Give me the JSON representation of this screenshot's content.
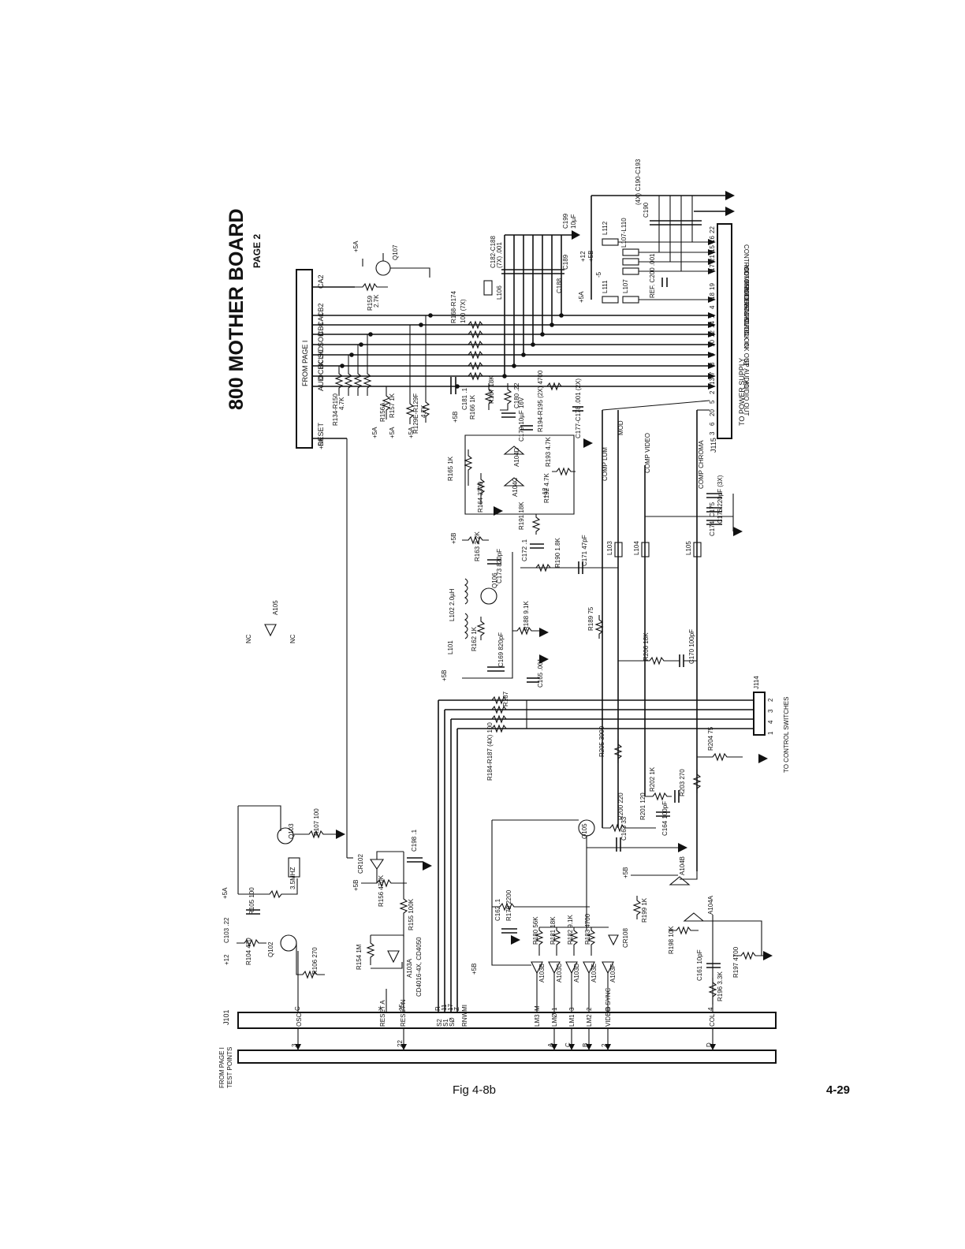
{
  "title": "800 MOTHER BOARD",
  "subtitle": "PAGE 2",
  "caption": "Fig 4-8b",
  "page_number": "4-29",
  "from_page_top": "FROM PAGE I",
  "from_page_bottom": "FROM PAGE I",
  "test_points_label": "TEST POINTS",
  "to_power_supply": "TO POWER SUPPLY",
  "to_control_switches": "TO CONTROL SWITCHES",
  "connectors": {
    "j115": "J115",
    "j114": "J114",
    "j101": "J101"
  },
  "left_bus_signals": [
    "RESET",
    "AUD",
    "OCLK",
    "BCLK",
    "SID",
    "SOD",
    "CB1",
    "CA1",
    "CB2",
    "CA2"
  ],
  "j115_signals": [
    "AUDIO OUT",
    "SP AUDIO",
    "CLOCK OUT",
    "CLOCK IN",
    "DATA IN",
    "DATA OUT",
    "INTERRUPT",
    "PROCEED",
    "COMMAND",
    "MOTOR",
    "CONTROL"
  ],
  "j115_pins": [
    "3",
    "6",
    "20",
    "5",
    "2",
    "13",
    "7",
    "8",
    "9",
    "10",
    "12",
    "14",
    "1",
    "4",
    "18",
    "19",
    "17",
    "21",
    "15",
    "16",
    "22"
  ],
  "j114_pins": [
    "1",
    "4",
    "3",
    "2"
  ],
  "j101_signals": [
    "OSC",
    "RESET A",
    "RESET N",
    "S2",
    "S1",
    "SØ",
    "RNWMI",
    "LM3",
    "LMØ",
    "LM1",
    "LM2",
    "VIDEO SYNC",
    "COL"
  ],
  "j101_pins": [
    "C",
    "X",
    "25",
    "R",
    "11",
    "17",
    "Z",
    "M",
    "1",
    "3",
    "2",
    "B",
    "4"
  ],
  "test_point_pins": [
    "3",
    "22",
    "A",
    "C",
    "B",
    "2",
    "D"
  ],
  "video_nets": [
    "COMP LUM",
    "MOD",
    "COMP VIDEO",
    "COMP CHROMA"
  ],
  "components": {
    "q107": "Q107",
    "r159": "R159",
    "r159v": "2.7K",
    "l106": "L106",
    "c182": "C182-C188",
    "c182v": "(7X) .001",
    "c199": "C199",
    "c199v": "10µF",
    "c190": "C190",
    "c190r": "(4X) C190-C193",
    "l112": "L112",
    "l107l110": "L107-L110",
    "l111": "L111",
    "l107": "L107",
    "c189": "C189",
    "c188": "C188",
    "c200": "REF. C200 .001",
    "r168": "R168-R174",
    "r168v": "100 (7X)",
    "r134": "R134-R150",
    "r134v": "4.7K",
    "r156a": "R156A",
    "r157": "R157 1K",
    "r129": "R129E-R129F",
    "r129v": "4.7K",
    "c181": "C181 .1",
    "r166": "R166 1K",
    "r167": "R167 18K",
    "c180": "C180 .22",
    "c179": "C179 10µF 16V",
    "r194": "R194-R195 (2X) 4700",
    "c177": "C177-C178 .001 (2X)",
    "r193": "R193 4.7K",
    "a104d": "A104D",
    "a104c": "A104C",
    "r165": "R165 1K",
    "r164": "R164 3300",
    "r192": "R192 4.7K",
    "r191": "R191 18K",
    "c176": "C176 220pF (3X)",
    "c174": "C174",
    "c175": "C175",
    "r163": "R163 2.2K",
    "c173": "C173 820pF",
    "c172": "C172 .1",
    "r190": "R190 1.8K",
    "c171": "C171 47pF",
    "l103": "L103",
    "l104": "L104",
    "l105": "L105",
    "l102": "L102 2.0µH",
    "q106": "Q106",
    "l101": "L101",
    "r162": "R162 1K",
    "r188": "R188 9.1K",
    "c169": "C169 820pF",
    "r189": "R189 75",
    "r206": "R206 18K",
    "c170": "C170 100pF",
    "r187": "R187",
    "c165": "C165 .001",
    "r184": "R184-R187 (4X) 100",
    "r205": "R205 3900",
    "r204": "R204 75",
    "r203": "R203 270",
    "r202": "R202 1K",
    "r200": "R200 220",
    "r201": "R201 120",
    "c164": "C164 100pF",
    "q105": "Q105",
    "c163": "C163 33",
    "a104b": "A104B",
    "r199": "R199 1K",
    "r198": "R198 10K",
    "a104a": "A104A",
    "r197": "R197 4700",
    "c161": "C161 10pF",
    "r196": "R196 3.3K",
    "r179": "R179 2200",
    "c162": "C162 .1",
    "r180": "R180 56K",
    "r181": "R181 18K",
    "r182": "R182 9.1K",
    "r183": "R183 4700",
    "cr108": "CR108",
    "a103b": "A103B",
    "a103c": "A103C",
    "a103d": "A103D",
    "a103e": "A103E",
    "a103f": "A103F",
    "r107": "R107 100",
    "q103": "Q103",
    "xtal": "3.5MHZ",
    "r105": "R105 100",
    "c103": "C103 .22",
    "r104": "R104 470",
    "q102": "Q102",
    "r106": "R106 270",
    "cr102": "CR102",
    "c198": "C198 .1",
    "r156": "R156 470K",
    "r155": "R155 100K",
    "r154": "R154 1M",
    "a103a": "A103A",
    "a103a_part": "CD4016-4X, CD4050",
    "a105": "A105",
    "nc": "NC"
  },
  "supplies": {
    "p5a": "+5A",
    "p5b": "+5B",
    "p12": "+12",
    "m5": "-5"
  }
}
